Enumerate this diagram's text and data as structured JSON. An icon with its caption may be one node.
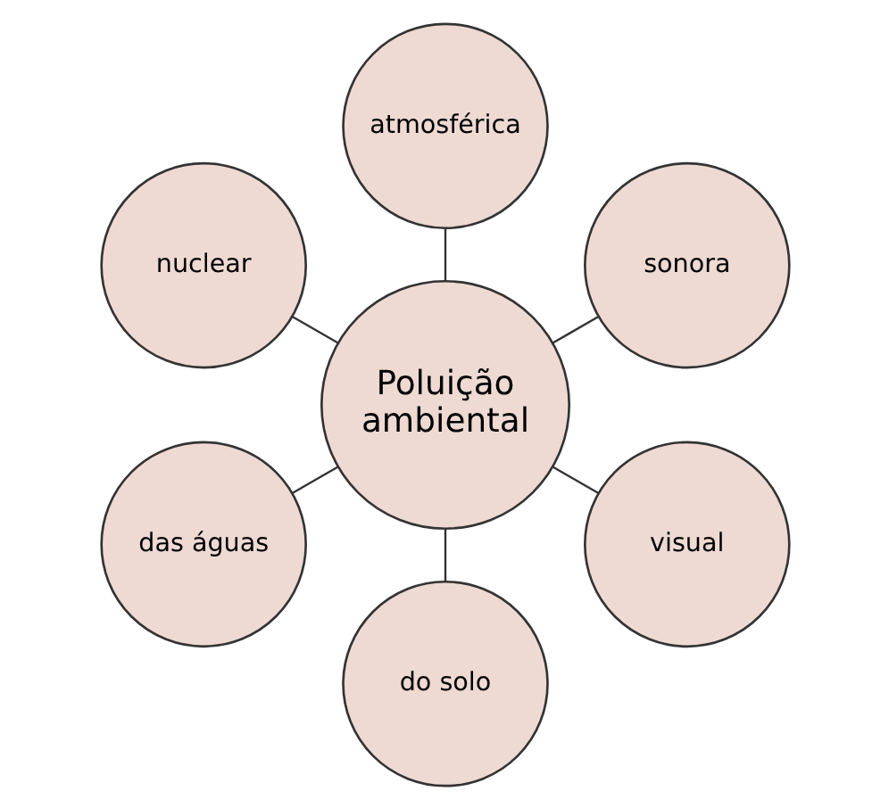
{
  "diagram": {
    "nodes": [
      {
        "text": [
          "nuclear"
        ]
      },
      {
        "text": [
          "atmosférica"
        ]
      },
      {
        "text": [
          "das águas"
        ]
      },
      {
        "text": [
          "Poluição ambiental"
        ]
      },
      {
        "text": [
          "sonora"
        ]
      },
      {
        "text": [
          "do solo"
        ]
      },
      {
        "text": [
          "visual"
        ]
      }
    ],
    "edges": [
      {
        "from": 3,
        "to": 0,
        "arrow": "none"
      },
      {
        "from": 3,
        "to": 1,
        "arrow": "none"
      },
      {
        "from": 3,
        "to": 4,
        "arrow": "none"
      },
      {
        "from": 3,
        "to": 6,
        "arrow": "none"
      },
      {
        "from": 3,
        "to": 5,
        "arrow": "none"
      },
      {
        "from": 3,
        "to": 2,
        "arrow": "none"
      }
    ]
  }
}
